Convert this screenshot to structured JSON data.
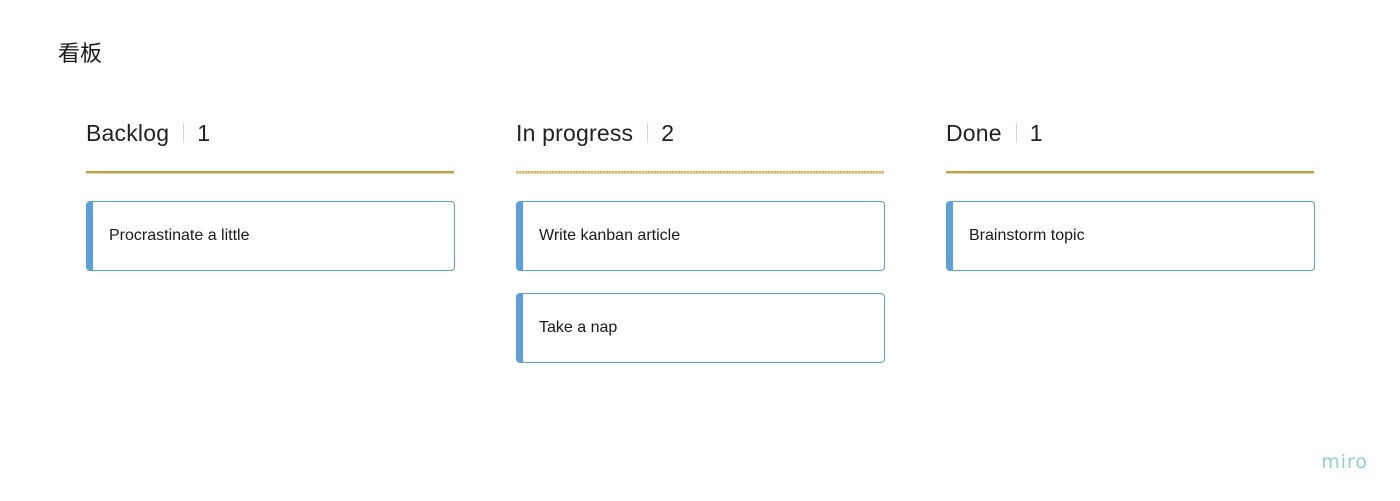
{
  "board": {
    "title": "看板"
  },
  "columns": [
    {
      "name": "Backlog",
      "count": "1",
      "cards": [
        "Procrastinate a little"
      ]
    },
    {
      "name": "In progress",
      "count": "2",
      "cards": [
        "Write kanban article",
        "Take a nap"
      ]
    },
    {
      "name": "Done",
      "count": "1",
      "cards": [
        "Brainstorm topic"
      ]
    }
  ],
  "branding": {
    "logo_text": "miro"
  },
  "colors": {
    "card_border": "#5aa0dd",
    "column_rule": "#c8a043",
    "logo": "#8fd3c4"
  }
}
